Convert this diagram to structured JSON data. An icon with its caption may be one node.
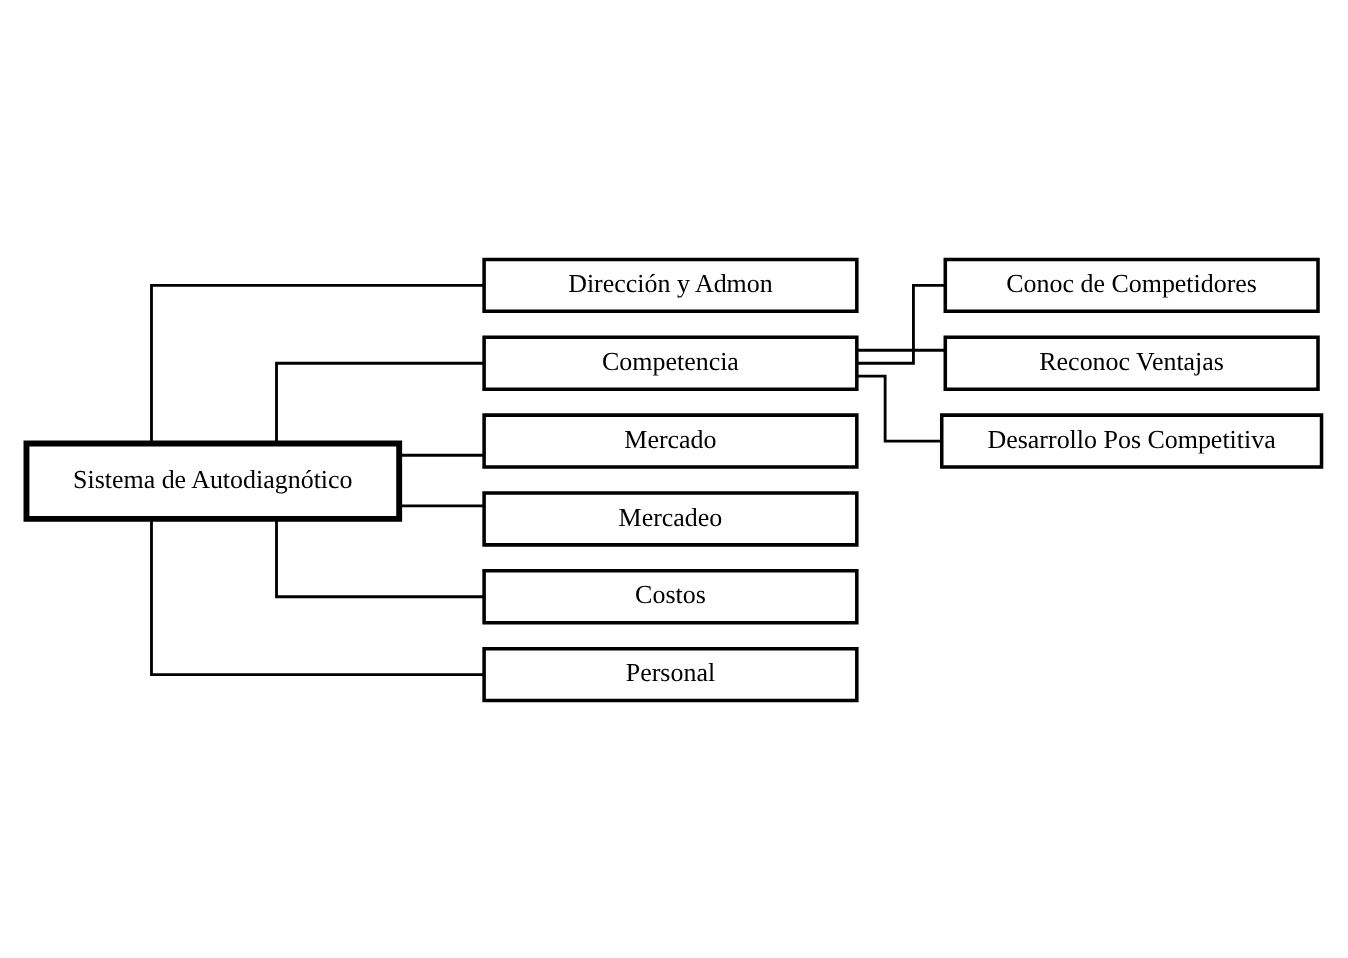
{
  "diagram": {
    "nodes": [
      {
        "text": [
          "Sistema de Autodiagnótico"
        ]
      },
      {
        "text": [
          "Dirección y Admon"
        ]
      },
      {
        "text": [
          "Competencia"
        ]
      },
      {
        "text": [
          "Conoc de Competidores"
        ]
      },
      {
        "text": [
          "Reconoc Ventajas"
        ]
      },
      {
        "text": [
          "Desarrollo Pos Competitiva"
        ]
      },
      {
        "text": [
          "Mercado"
        ]
      },
      {
        "text": [
          "Mercadeo"
        ]
      },
      {
        "text": [
          "Costos"
        ]
      },
      {
        "text": [
          "Personal"
        ]
      }
    ],
    "edges": [
      {
        "from": 0,
        "to": 1,
        "arrow": "none"
      },
      {
        "from": 0,
        "to": 2,
        "arrow": "none"
      },
      {
        "from": 2,
        "to": 3,
        "arrow": "none"
      },
      {
        "from": 2,
        "to": 4,
        "arrow": "none"
      },
      {
        "from": 2,
        "to": 5,
        "arrow": "none"
      },
      {
        "from": 0,
        "to": 6,
        "arrow": "none"
      },
      {
        "from": 0,
        "to": 7,
        "arrow": "none"
      },
      {
        "from": 0,
        "to": 8,
        "arrow": "none"
      },
      {
        "from": 0,
        "to": 9,
        "arrow": "none"
      }
    ]
  }
}
